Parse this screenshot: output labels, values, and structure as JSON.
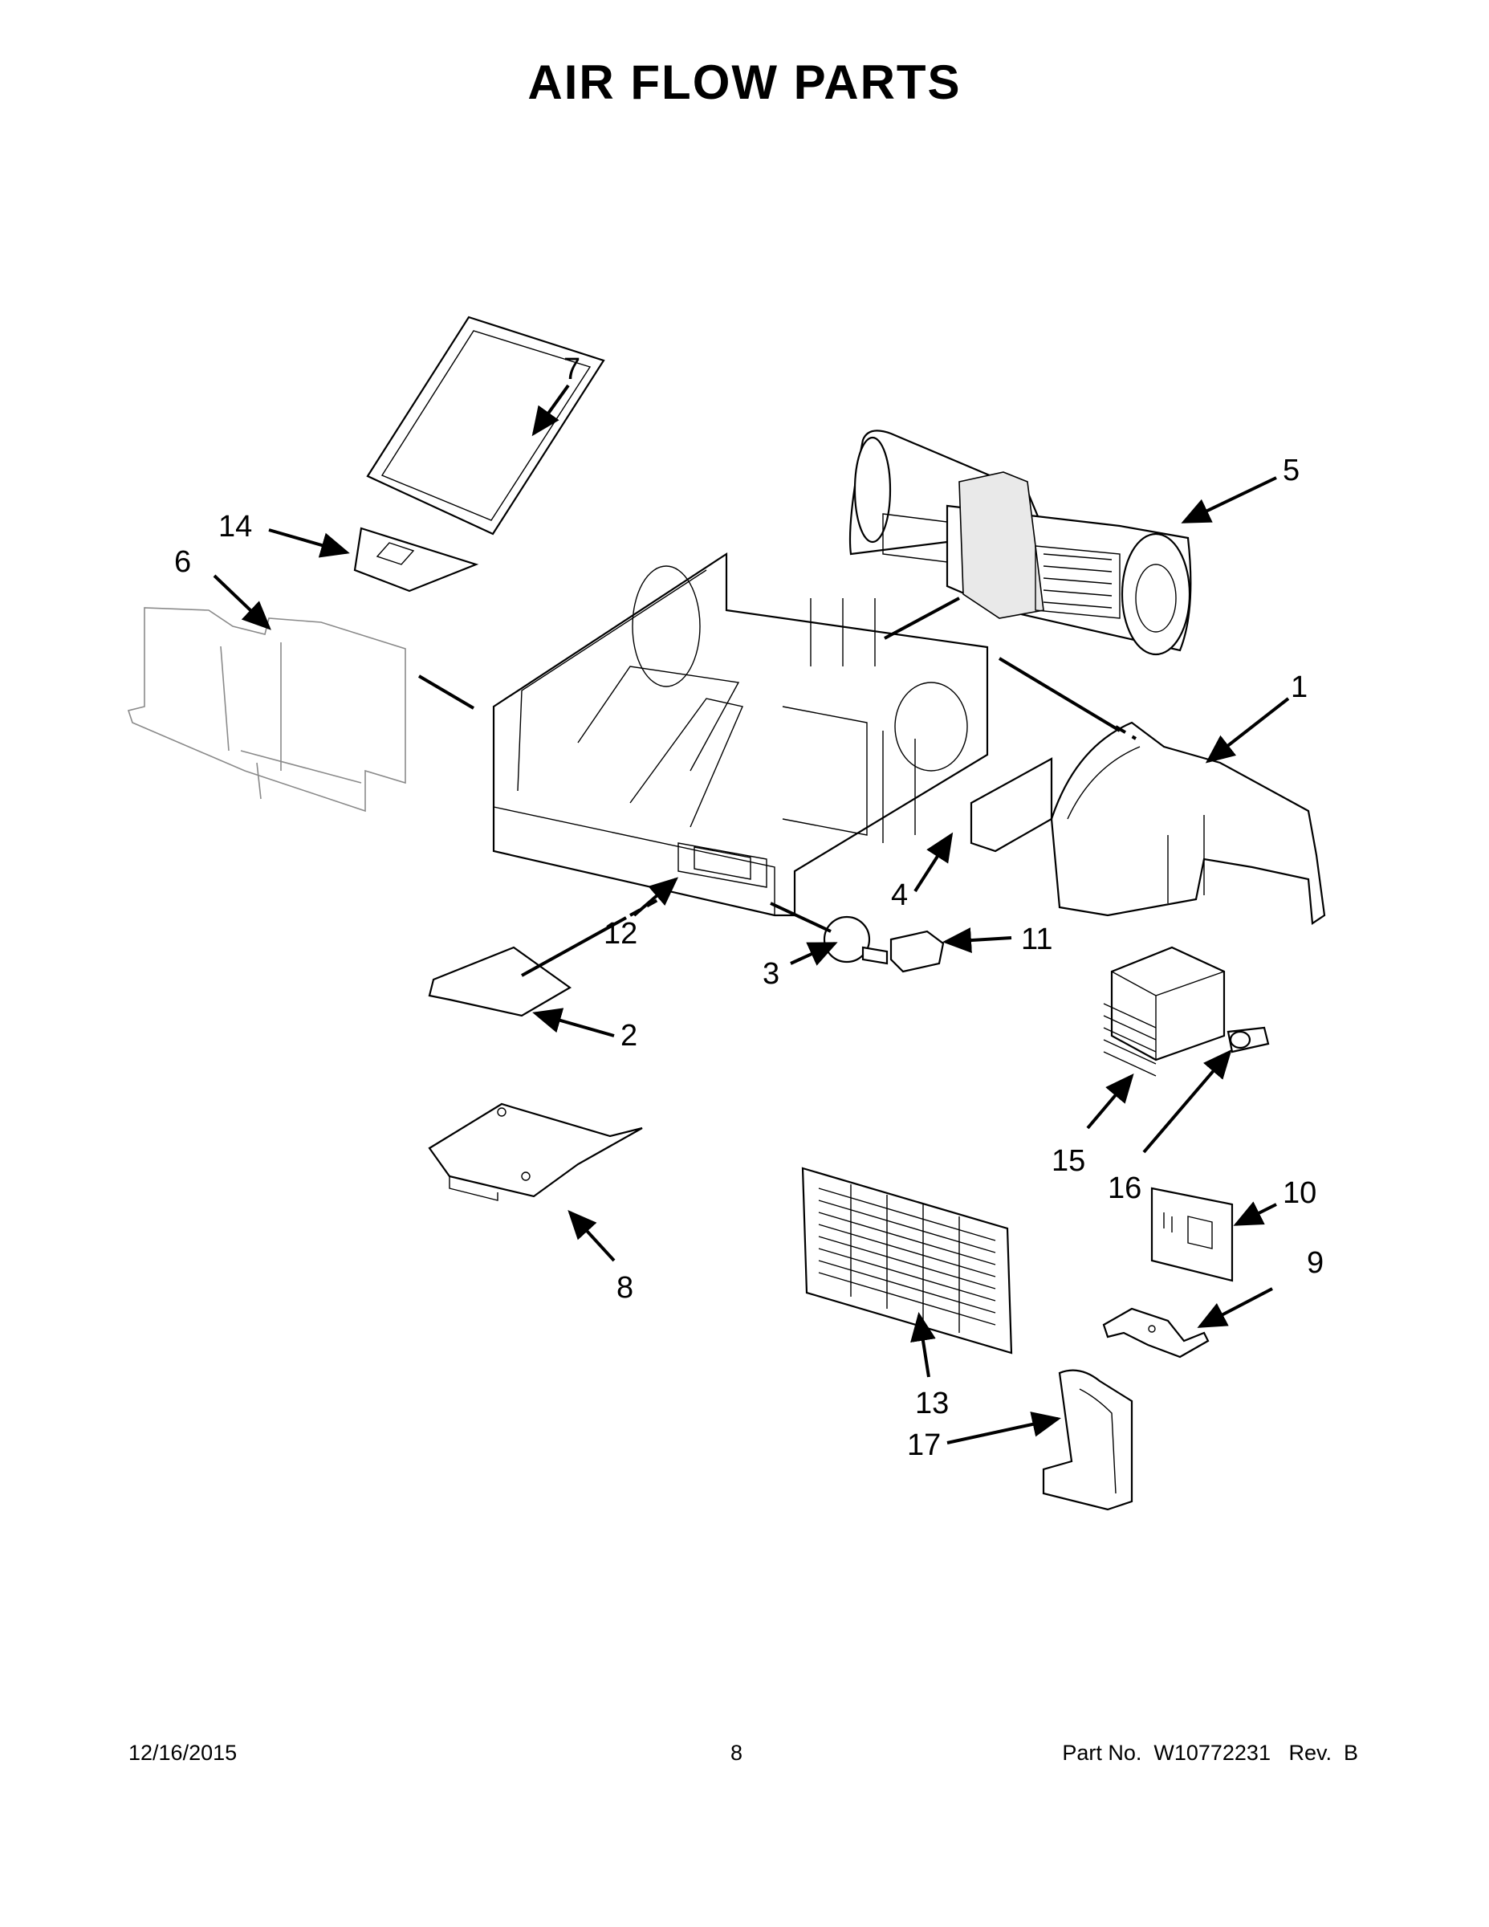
{
  "title": "AIR FLOW PARTS",
  "callouts": {
    "c1": "1",
    "c2": "2",
    "c3": "3",
    "c4": "4",
    "c5": "5",
    "c6": "6",
    "c7": "7",
    "c8": "8",
    "c9": "9",
    "c10": "10",
    "c11": "11",
    "c12": "12",
    "c13": "13",
    "c14": "14",
    "c15": "15",
    "c16": "16",
    "c17": "17"
  },
  "footer": {
    "date": "12/16/2015",
    "page": "8",
    "part": "Part No.  W10772231   Rev.  B"
  }
}
